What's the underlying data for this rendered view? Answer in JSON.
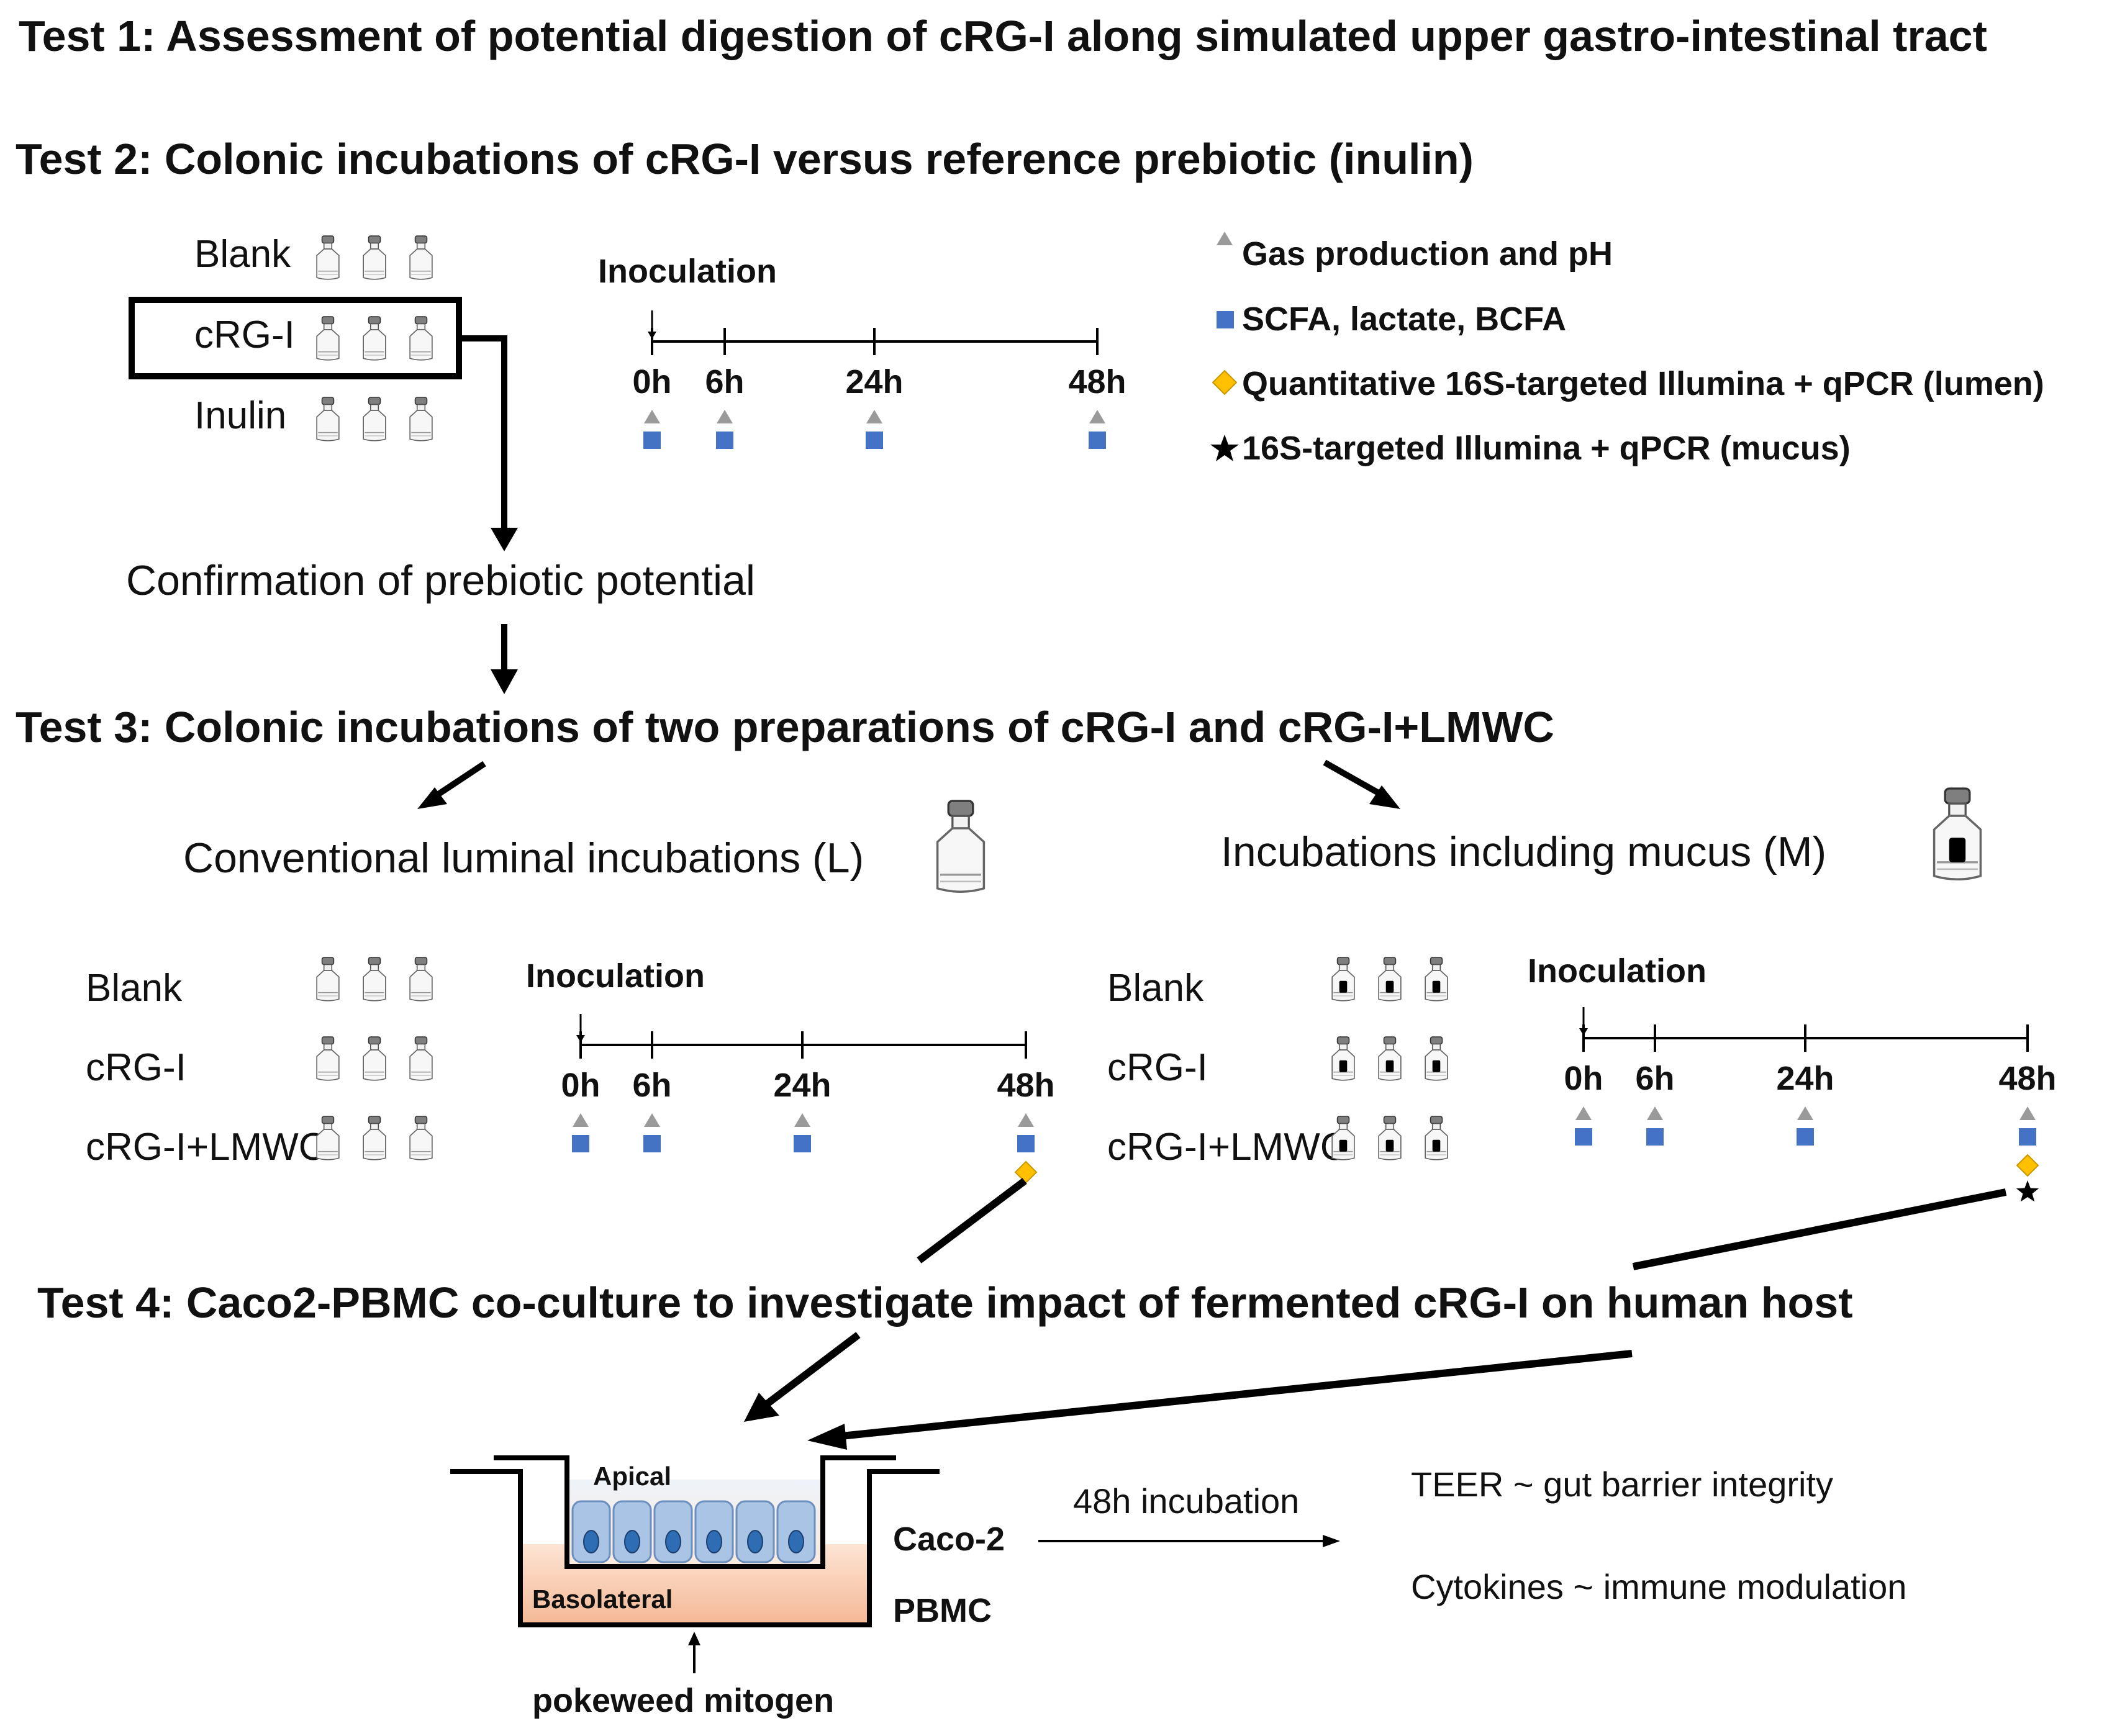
{
  "test1": "Test 1: Assessment of potential digestion of cRG-I along simulated upper gastro-intestinal tract",
  "test2": {
    "title": "Test 2: Colonic incubations of cRG-I versus reference prebiotic (inulin)",
    "rows": [
      "Blank",
      "cRG-I",
      "Inulin"
    ],
    "inoculation": "Inoculation",
    "times": [
      "0h",
      "6h",
      "24h",
      "48h"
    ],
    "confirmation": "Confirmation of prebiotic potential"
  },
  "legend": {
    "triangle": "Gas production and pH",
    "square": "SCFA, lactate, BCFA",
    "diamond": "Quantitative 16S-targeted Illumina + qPCR (lumen)",
    "star": "16S-targeted Illumina + qPCR (mucus)"
  },
  "test3": {
    "title": "Test 3: Colonic incubations of two preparations of cRG-I and cRG-I+LMWC",
    "luminal": "Conventional luminal incubations (L)",
    "mucus": "Incubations including mucus (M)",
    "rows": [
      "Blank",
      "cRG-I",
      "cRG-I+LMWC"
    ],
    "inoculation": "Inoculation",
    "times": [
      "0h",
      "6h",
      "24h",
      "48h"
    ]
  },
  "test4": {
    "title": "Test 4: Caco2-PBMC co-culture to investigate impact of fermented cRG-I on human host",
    "apical": "Apical",
    "basolateral": "Basolateral",
    "caco2": "Caco-2",
    "pbmc": "PBMC",
    "mitogen": "pokeweed mitogen",
    "incubation": "48h incubation",
    "teer": "TEER ~  gut barrier integrity",
    "cytokines": "Cytokines ~ immune modulation"
  },
  "colors": {
    "triangle": "#9a9a9a",
    "square": "#4472c4",
    "diamond": "#ffc000",
    "apical_fill": "#dce6f2",
    "basolateral_fill": "#f8cbad",
    "cell_fill": "#a9c4e4",
    "nucleus_fill": "#2e6db4"
  }
}
